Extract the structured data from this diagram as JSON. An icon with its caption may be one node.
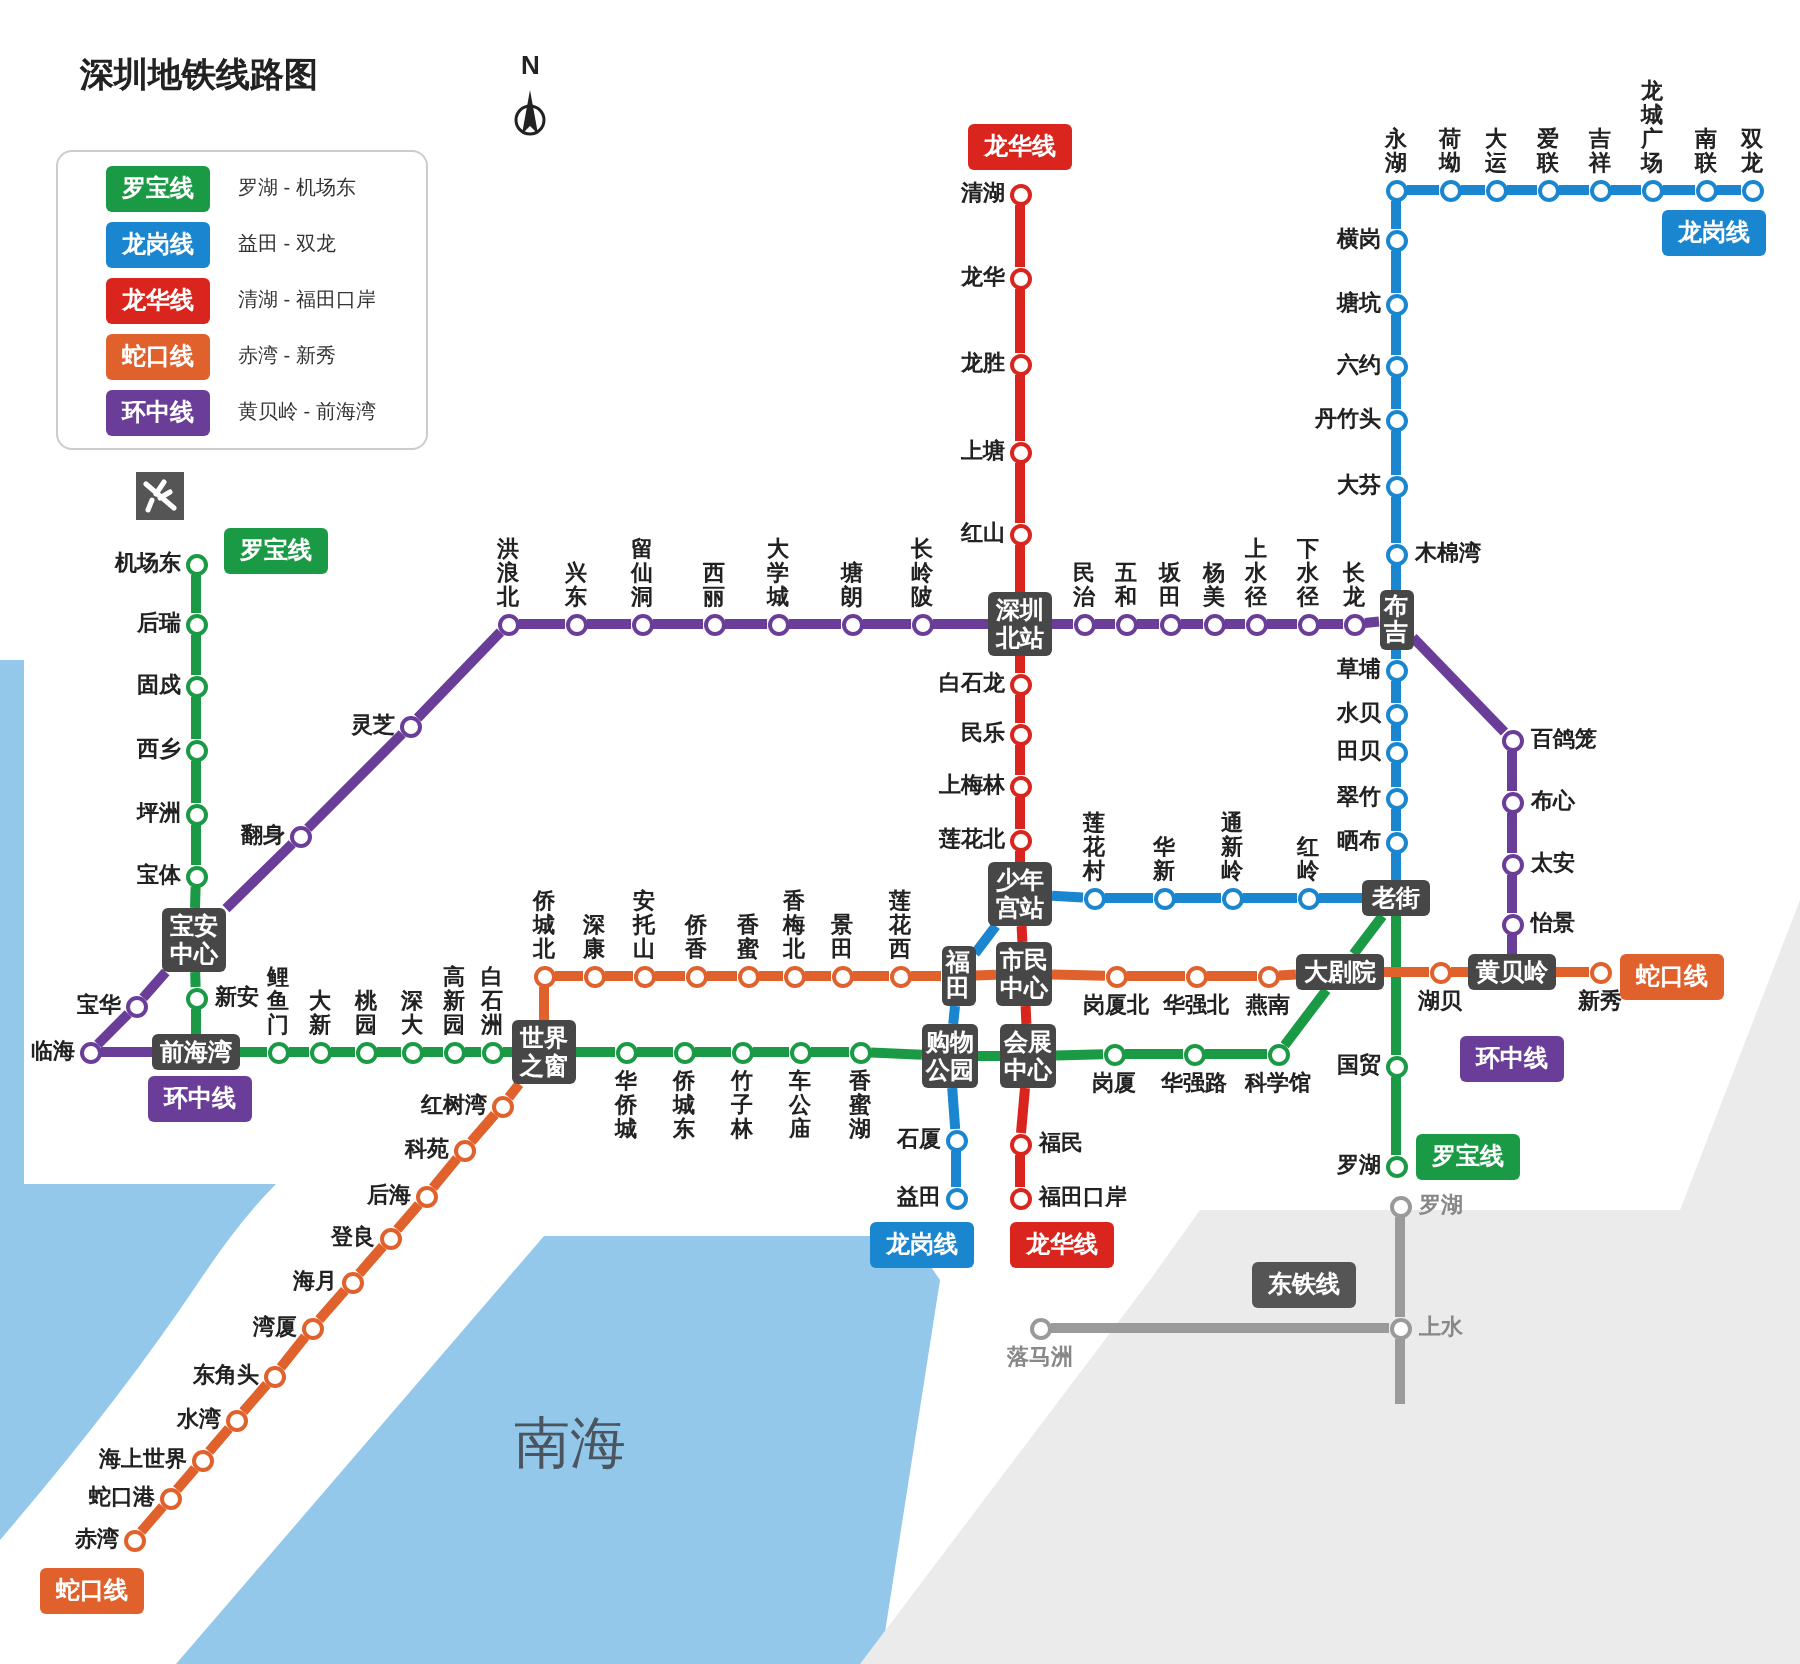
{
  "diagram": {
    "title": "深圳地铁线路图",
    "nodes": [
      {
        "text": [
          "机场东"
        ]
      },
      {
        "text": [
          "后瑞"
        ]
      },
      {
        "text": [
          "固戍"
        ]
      },
      {
        "text": [
          "西乡"
        ]
      },
      {
        "text": [
          "坪洲"
        ]
      },
      {
        "text": [
          "宝体"
        ]
      },
      {
        "text": [
          "宝安中心"
        ]
      },
      {
        "text": [
          "新安"
        ]
      },
      {
        "text": [
          "前海湾"
        ]
      },
      {
        "text": [
          "鲤鱼门"
        ]
      },
      {
        "text": [
          "大新"
        ]
      },
      {
        "text": [
          "桃园"
        ]
      },
      {
        "text": [
          "深大"
        ]
      },
      {
        "text": [
          "高新园"
        ]
      },
      {
        "text": [
          "白石洲"
        ]
      },
      {
        "text": [
          "世界之窗"
        ]
      },
      {
        "text": [
          "华侨城"
        ]
      },
      {
        "text": [
          "侨城东"
        ]
      },
      {
        "text": [
          "竹子林"
        ]
      },
      {
        "text": [
          "车公庙"
        ]
      },
      {
        "text": [
          "香蜜湖"
        ]
      },
      {
        "text": [
          "购物公园"
        ]
      },
      {
        "text": [
          "会展中心"
        ]
      },
      {
        "text": [
          "岗厦"
        ]
      },
      {
        "text": [
          "华强路"
        ]
      },
      {
        "text": [
          "科学馆"
        ]
      },
      {
        "text": [
          "大剧院"
        ]
      },
      {
        "text": [
          "老街"
        ]
      },
      {
        "text": [
          "国贸"
        ]
      },
      {
        "text": [
          "罗湖"
        ]
      },
      {
        "text": [
          "益田"
        ]
      },
      {
        "text": [
          "石厦"
        ]
      },
      {
        "text": [
          "福田"
        ]
      },
      {
        "text": [
          "少年宫站"
        ]
      },
      {
        "text": [
          "莲花村"
        ]
      },
      {
        "text": [
          "华新"
        ]
      },
      {
        "text": [
          "通新岭"
        ]
      },
      {
        "text": [
          "红岭"
        ]
      },
      {
        "text": [
          "晒布"
        ]
      },
      {
        "text": [
          "翠竹"
        ]
      },
      {
        "text": [
          "田贝"
        ]
      },
      {
        "text": [
          "水贝"
        ]
      },
      {
        "text": [
          "草埔"
        ]
      },
      {
        "text": [
          "布吉"
        ]
      },
      {
        "text": [
          "木棉湾"
        ]
      },
      {
        "text": [
          "大芬"
        ]
      },
      {
        "text": [
          "丹竹头"
        ]
      },
      {
        "text": [
          "六约"
        ]
      },
      {
        "text": [
          "塘坑"
        ]
      },
      {
        "text": [
          "横岗"
        ]
      },
      {
        "text": [
          "永湖"
        ]
      },
      {
        "text": [
          "荷坳"
        ]
      },
      {
        "text": [
          "大运"
        ]
      },
      {
        "text": [
          "爱联"
        ]
      },
      {
        "text": [
          "吉祥"
        ]
      },
      {
        "text": [
          "龙城广场"
        ]
      },
      {
        "text": [
          "南联"
        ]
      },
      {
        "text": [
          "双龙"
        ]
      },
      {
        "text": [
          "清湖"
        ]
      },
      {
        "text": [
          "龙华"
        ]
      },
      {
        "text": [
          "龙胜"
        ]
      },
      {
        "text": [
          "上塘"
        ]
      },
      {
        "text": [
          "红山"
        ]
      },
      {
        "text": [
          "深圳北站"
        ]
      },
      {
        "text": [
          "白石龙"
        ]
      },
      {
        "text": [
          "民乐"
        ]
      },
      {
        "text": [
          "上梅林"
        ]
      },
      {
        "text": [
          "莲花北"
        ]
      },
      {
        "text": [
          "市民中心"
        ]
      },
      {
        "text": [
          "福民"
        ]
      },
      {
        "text": [
          "福田口岸"
        ]
      },
      {
        "text": [
          "临海"
        ]
      },
      {
        "text": [
          "宝华"
        ]
      },
      {
        "text": [
          "翻身"
        ]
      },
      {
        "text": [
          "灵芝"
        ]
      },
      {
        "text": [
          "洪浪北"
        ]
      },
      {
        "text": [
          "兴东"
        ]
      },
      {
        "text": [
          "留仙洞"
        ]
      },
      {
        "text": [
          "西丽"
        ]
      },
      {
        "text": [
          "大学城"
        ]
      },
      {
        "text": [
          "塘朗"
        ]
      },
      {
        "text": [
          "长岭陂"
        ]
      },
      {
        "text": [
          "民治"
        ]
      },
      {
        "text": [
          "五和"
        ]
      },
      {
        "text": [
          "坂田"
        ]
      },
      {
        "text": [
          "杨美"
        ]
      },
      {
        "text": [
          "上水径"
        ]
      },
      {
        "text": [
          "下水径"
        ]
      },
      {
        "text": [
          "长龙"
        ]
      },
      {
        "text": [
          "百鸽笼"
        ]
      },
      {
        "text": [
          "布心"
        ]
      },
      {
        "text": [
          "太安"
        ]
      },
      {
        "text": [
          "怡景"
        ]
      },
      {
        "text": [
          "黄贝岭"
        ]
      },
      {
        "text": [
          "赤湾"
        ]
      },
      {
        "text": [
          "蛇口港"
        ]
      },
      {
        "text": [
          "海上世界"
        ]
      },
      {
        "text": [
          "水湾"
        ]
      },
      {
        "text": [
          "东角头"
        ]
      },
      {
        "text": [
          "湾厦"
        ]
      },
      {
        "text": [
          "海月"
        ]
      },
      {
        "text": [
          "登良"
        ]
      },
      {
        "text": [
          "后海"
        ]
      },
      {
        "text": [
          "科苑"
        ]
      },
      {
        "text": [
          "红树湾"
        ]
      },
      {
        "text": [
          "侨城北"
        ]
      },
      {
        "text": [
          "深康"
        ]
      },
      {
        "text": [
          "安托山"
        ]
      },
      {
        "text": [
          "侨香"
        ]
      },
      {
        "text": [
          "香蜜"
        ]
      },
      {
        "text": [
          "香梅北"
        ]
      },
      {
        "text": [
          "景田"
        ]
      },
      {
        "text": [
          "莲花西"
        ]
      },
      {
        "text": [
          "岗厦北"
        ]
      },
      {
        "text": [
          "华强北"
        ]
      },
      {
        "text": [
          "燕南"
        ]
      },
      {
        "text": [
          "湖贝"
        ]
      },
      {
        "text": [
          "新秀"
        ]
      },
      {
        "text": [
          "罗湖"
        ]
      },
      {
        "text": [
          "上水"
        ]
      },
      {
        "text": [
          "落马洲"
        ]
      }
    ],
    "edges": [
      {
        "from": 0,
        "to": 1,
        "arrow": "none",
        "color": "#1a9a44"
      },
      {
        "from": 1,
        "to": 2,
        "arrow": "none",
        "color": "#1a9a44"
      },
      {
        "from": 2,
        "to": 3,
        "arrow": "none",
        "color": "#1a9a44"
      },
      {
        "from": 3,
        "to": 4,
        "arrow": "none",
        "color": "#1a9a44"
      },
      {
        "from": 4,
        "to": 5,
        "arrow": "none",
        "color": "#1a9a44"
      },
      {
        "from": 5,
        "to": 6,
        "arrow": "none",
        "color": "#1a9a44"
      },
      {
        "from": 6,
        "to": 7,
        "arrow": "none",
        "color": "#1a9a44"
      },
      {
        "from": 7,
        "to": 8,
        "arrow": "none",
        "color": "#1a9a44"
      },
      {
        "from": 8,
        "to": 9,
        "arrow": "none",
        "color": "#1a9a44"
      },
      {
        "from": 9,
        "to": 10,
        "arrow": "none",
        "color": "#1a9a44"
      },
      {
        "from": 10,
        "to": 11,
        "arrow": "none",
        "color": "#1a9a44"
      },
      {
        "from": 11,
        "to": 12,
        "arrow": "none",
        "color": "#1a9a44"
      },
      {
        "from": 12,
        "to": 13,
        "arrow": "none",
        "color": "#1a9a44"
      },
      {
        "from": 13,
        "to": 14,
        "arrow": "none",
        "color": "#1a9a44"
      },
      {
        "from": 14,
        "to": 15,
        "arrow": "none",
        "color": "#1a9a44"
      },
      {
        "from": 15,
        "to": 16,
        "arrow": "none",
        "color": "#1a9a44"
      },
      {
        "from": 16,
        "to": 17,
        "arrow": "none",
        "color": "#1a9a44"
      },
      {
        "from": 17,
        "to": 18,
        "arrow": "none",
        "color": "#1a9a44"
      },
      {
        "from": 18,
        "to": 19,
        "arrow": "none",
        "color": "#1a9a44"
      },
      {
        "from": 19,
        "to": 20,
        "arrow": "none",
        "color": "#1a9a44"
      },
      {
        "from": 20,
        "to": 21,
        "arrow": "none",
        "color": "#1a9a44"
      },
      {
        "from": 21,
        "to": 22,
        "arrow": "none",
        "color": "#1a9a44"
      },
      {
        "from": 22,
        "to": 23,
        "arrow": "none",
        "color": "#1a9a44"
      },
      {
        "from": 23,
        "to": 24,
        "arrow": "none",
        "color": "#1a9a44"
      },
      {
        "from": 24,
        "to": 25,
        "arrow": "none",
        "color": "#1a9a44"
      },
      {
        "from": 25,
        "to": 26,
        "arrow": "none",
        "color": "#1a9a44"
      },
      {
        "from": 26,
        "to": 27,
        "arrow": "none",
        "color": "#1a9a44"
      },
      {
        "from": 27,
        "to": 28,
        "arrow": "none",
        "color": "#1a9a44"
      },
      {
        "from": 28,
        "to": 29,
        "arrow": "none",
        "color": "#1a9a44"
      },
      {
        "from": 30,
        "to": 31,
        "arrow": "none",
        "color": "#1a86d0"
      },
      {
        "from": 31,
        "to": 21,
        "arrow": "none",
        "color": "#1a86d0"
      },
      {
        "from": 21,
        "to": 32,
        "arrow": "none",
        "color": "#1a86d0"
      },
      {
        "from": 32,
        "to": 33,
        "arrow": "none",
        "color": "#1a86d0"
      },
      {
        "from": 33,
        "to": 34,
        "arrow": "none",
        "color": "#1a86d0"
      },
      {
        "from": 34,
        "to": 35,
        "arrow": "none",
        "color": "#1a86d0"
      },
      {
        "from": 35,
        "to": 36,
        "arrow": "none",
        "color": "#1a86d0"
      },
      {
        "from": 36,
        "to": 37,
        "arrow": "none",
        "color": "#1a86d0"
      },
      {
        "from": 37,
        "to": 27,
        "arrow": "none",
        "color": "#1a86d0"
      },
      {
        "from": 27,
        "to": 38,
        "arrow": "none",
        "color": "#1a86d0"
      },
      {
        "from": 38,
        "to": 39,
        "arrow": "none",
        "color": "#1a86d0"
      },
      {
        "from": 39,
        "to": 40,
        "arrow": "none",
        "color": "#1a86d0"
      },
      {
        "from": 40,
        "to": 41,
        "arrow": "none",
        "color": "#1a86d0"
      },
      {
        "from": 41,
        "to": 42,
        "arrow": "none",
        "color": "#1a86d0"
      },
      {
        "from": 42,
        "to": 43,
        "arrow": "none",
        "color": "#1a86d0"
      },
      {
        "from": 43,
        "to": 44,
        "arrow": "none",
        "color": "#1a86d0"
      },
      {
        "from": 44,
        "to": 45,
        "arrow": "none",
        "color": "#1a86d0"
      },
      {
        "from": 45,
        "to": 46,
        "arrow": "none",
        "color": "#1a86d0"
      },
      {
        "from": 46,
        "to": 47,
        "arrow": "none",
        "color": "#1a86d0"
      },
      {
        "from": 47,
        "to": 48,
        "arrow": "none",
        "color": "#1a86d0"
      },
      {
        "from": 48,
        "to": 49,
        "arrow": "none",
        "color": "#1a86d0"
      },
      {
        "from": 49,
        "to": 50,
        "arrow": "none",
        "color": "#1a86d0"
      },
      {
        "from": 50,
        "to": 51,
        "arrow": "none",
        "color": "#1a86d0"
      },
      {
        "from": 51,
        "to": 52,
        "arrow": "none",
        "color": "#1a86d0"
      },
      {
        "from": 52,
        "to": 53,
        "arrow": "none",
        "color": "#1a86d0"
      },
      {
        "from": 53,
        "to": 54,
        "arrow": "none",
        "color": "#1a86d0"
      },
      {
        "from": 54,
        "to": 55,
        "arrow": "none",
        "color": "#1a86d0"
      },
      {
        "from": 55,
        "to": 56,
        "arrow": "none",
        "color": "#1a86d0"
      },
      {
        "from": 56,
        "to": 57,
        "arrow": "none",
        "color": "#1a86d0"
      },
      {
        "from": 58,
        "to": 59,
        "arrow": "none",
        "color": "#d9251d"
      },
      {
        "from": 59,
        "to": 60,
        "arrow": "none",
        "color": "#d9251d"
      },
      {
        "from": 60,
        "to": 61,
        "arrow": "none",
        "color": "#d9251d"
      },
      {
        "from": 61,
        "to": 62,
        "arrow": "none",
        "color": "#d9251d"
      },
      {
        "from": 62,
        "to": 63,
        "arrow": "none",
        "color": "#d9251d"
      },
      {
        "from": 63,
        "to": 64,
        "arrow": "none",
        "color": "#d9251d"
      },
      {
        "from": 64,
        "to": 65,
        "arrow": "none",
        "color": "#d9251d"
      },
      {
        "from": 65,
        "to": 66,
        "arrow": "none",
        "color": "#d9251d"
      },
      {
        "from": 66,
        "to": 67,
        "arrow": "none",
        "color": "#d9251d"
      },
      {
        "from": 67,
        "to": 33,
        "arrow": "none",
        "color": "#d9251d"
      },
      {
        "from": 33,
        "to": 68,
        "arrow": "none",
        "color": "#d9251d"
      },
      {
        "from": 68,
        "to": 22,
        "arrow": "none",
        "color": "#d9251d"
      },
      {
        "from": 22,
        "to": 69,
        "arrow": "none",
        "color": "#d9251d"
      },
      {
        "from": 69,
        "to": 70,
        "arrow": "none",
        "color": "#d9251d"
      },
      {
        "from": 8,
        "to": 71,
        "arrow": "none",
        "color": "#6a3d98"
      },
      {
        "from": 71,
        "to": 72,
        "arrow": "none",
        "color": "#6a3d98"
      },
      {
        "from": 72,
        "to": 6,
        "arrow": "none",
        "color": "#6a3d98"
      },
      {
        "from": 6,
        "to": 73,
        "arrow": "none",
        "color": "#6a3d98"
      },
      {
        "from": 73,
        "to": 74,
        "arrow": "none",
        "color": "#6a3d98"
      },
      {
        "from": 74,
        "to": 75,
        "arrow": "none",
        "color": "#6a3d98"
      },
      {
        "from": 75,
        "to": 76,
        "arrow": "none",
        "color": "#6a3d98"
      },
      {
        "from": 76,
        "to": 77,
        "arrow": "none",
        "color": "#6a3d98"
      },
      {
        "from": 77,
        "to": 78,
        "arrow": "none",
        "color": "#6a3d98"
      },
      {
        "from": 78,
        "to": 79,
        "arrow": "none",
        "color": "#6a3d98"
      },
      {
        "from": 79,
        "to": 80,
        "arrow": "none",
        "color": "#6a3d98"
      },
      {
        "from": 80,
        "to": 81,
        "arrow": "none",
        "color": "#6a3d98"
      },
      {
        "from": 81,
        "to": 63,
        "arrow": "none",
        "color": "#6a3d98"
      },
      {
        "from": 63,
        "to": 82,
        "arrow": "none",
        "color": "#6a3d98"
      },
      {
        "from": 82,
        "to": 83,
        "arrow": "none",
        "color": "#6a3d98"
      },
      {
        "from": 83,
        "to": 84,
        "arrow": "none",
        "color": "#6a3d98"
      },
      {
        "from": 84,
        "to": 85,
        "arrow": "none",
        "color": "#6a3d98"
      },
      {
        "from": 85,
        "to": 86,
        "arrow": "none",
        "color": "#6a3d98"
      },
      {
        "from": 86,
        "to": 87,
        "arrow": "none",
        "color": "#6a3d98"
      },
      {
        "from": 87,
        "to": 88,
        "arrow": "none",
        "color": "#6a3d98"
      },
      {
        "from": 88,
        "to": 43,
        "arrow": "none",
        "color": "#6a3d98"
      },
      {
        "from": 43,
        "to": 89,
        "arrow": "none",
        "color": "#6a3d98"
      },
      {
        "from": 89,
        "to": 90,
        "arrow": "none",
        "color": "#6a3d98"
      },
      {
        "from": 90,
        "to": 91,
        "arrow": "none",
        "color": "#6a3d98"
      },
      {
        "from": 91,
        "to": 92,
        "arrow": "none",
        "color": "#6a3d98"
      },
      {
        "from": 92,
        "to": 93,
        "arrow": "none",
        "color": "#6a3d98"
      },
      {
        "from": 94,
        "to": 95,
        "arrow": "none",
        "color": "#e0612b"
      },
      {
        "from": 95,
        "to": 96,
        "arrow": "none",
        "color": "#e0612b"
      },
      {
        "from": 96,
        "to": 97,
        "arrow": "none",
        "color": "#e0612b"
      },
      {
        "from": 97,
        "to": 98,
        "arrow": "none",
        "color": "#e0612b"
      },
      {
        "from": 98,
        "to": 99,
        "arrow": "none",
        "color": "#e0612b"
      },
      {
        "from": 99,
        "to": 100,
        "arrow": "none",
        "color": "#e0612b"
      },
      {
        "from": 100,
        "to": 101,
        "arrow": "none",
        "color": "#e0612b"
      },
      {
        "from": 101,
        "to": 102,
        "arrow": "none",
        "color": "#e0612b"
      },
      {
        "from": 102,
        "to": 103,
        "arrow": "none",
        "color": "#e0612b"
      },
      {
        "from": 103,
        "to": 104,
        "arrow": "none",
        "color": "#e0612b"
      },
      {
        "from": 104,
        "to": 15,
        "arrow": "none",
        "color": "#e0612b"
      },
      {
        "from": 15,
        "to": 105,
        "arrow": "none",
        "color": "#e0612b"
      },
      {
        "from": 105,
        "to": 106,
        "arrow": "none",
        "color": "#e0612b"
      },
      {
        "from": 106,
        "to": 107,
        "arrow": "none",
        "color": "#e0612b"
      },
      {
        "from": 107,
        "to": 108,
        "arrow": "none",
        "color": "#e0612b"
      },
      {
        "from": 108,
        "to": 109,
        "arrow": "none",
        "color": "#e0612b"
      },
      {
        "from": 109,
        "to": 110,
        "arrow": "none",
        "color": "#e0612b"
      },
      {
        "from": 110,
        "to": 111,
        "arrow": "none",
        "color": "#e0612b"
      },
      {
        "from": 111,
        "to": 112,
        "arrow": "none",
        "color": "#e0612b"
      },
      {
        "from": 112,
        "to": 32,
        "arrow": "none",
        "color": "#e0612b"
      },
      {
        "from": 32,
        "to": 68,
        "arrow": "none",
        "color": "#e0612b"
      },
      {
        "from": 68,
        "to": 113,
        "arrow": "none",
        "color": "#e0612b"
      },
      {
        "from": 113,
        "to": 114,
        "arrow": "none",
        "color": "#e0612b"
      },
      {
        "from": 114,
        "to": 115,
        "arrow": "none",
        "color": "#e0612b"
      },
      {
        "from": 115,
        "to": 26,
        "arrow": "none",
        "color": "#e0612b"
      },
      {
        "from": 26,
        "to": 116,
        "arrow": "none",
        "color": "#e0612b"
      },
      {
        "from": 116,
        "to": 93,
        "arrow": "none",
        "color": "#e0612b"
      },
      {
        "from": 93,
        "to": 117,
        "arrow": "none",
        "color": "#e0612b"
      },
      {
        "from": 118,
        "to": 119,
        "arrow": "none",
        "color": "#9a9a9a"
      },
      {
        "from": 120,
        "to": 119,
        "arrow": "none",
        "color": "#9a9a9a"
      },
      {
        "from": 119,
        "to": null,
        "arrow": "none",
        "color": "#9a9a9a"
      }
    ],
    "labels": [
      "罗湖 - 机场东",
      "益田 - 双龙",
      "清湖 - 福田口岸",
      "赤湾 - 新秀",
      "黄贝岭 - 前海湾",
      "N",
      "龙华线",
      "龙岗线",
      "罗宝线",
      "环中线",
      "蛇口线",
      "环中线",
      "罗宝线",
      "龙岗线",
      "龙华线",
      "东铁线",
      "南海",
      "蛇口线"
    ],
    "legend": [
      {
        "text": "罗宝线",
        "color": "#1a9a44"
      },
      {
        "text": "龙岗线",
        "color": "#1a86d0"
      },
      {
        "text": "龙华线",
        "color": "#d9251d"
      },
      {
        "text": "蛇口线",
        "color": "#e0612b"
      },
      {
        "text": "环中线",
        "color": "#6a3d98"
      }
    ]
  }
}
